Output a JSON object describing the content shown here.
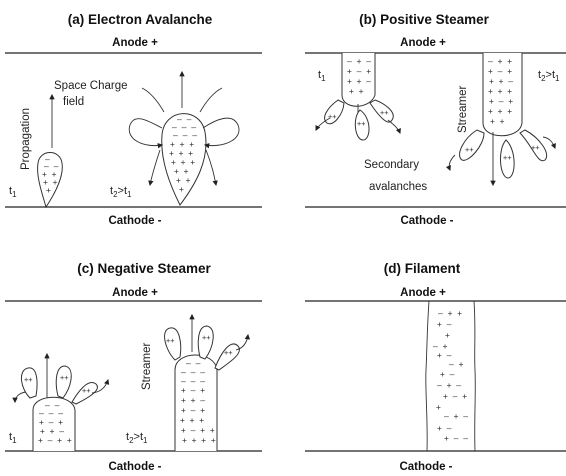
{
  "panels": {
    "a": {
      "title": "(a) Electron Avalanche",
      "anode": "Anode +",
      "cathode": "Cathode -",
      "label_space": "Space Charge",
      "label_field": "field",
      "label_propagation": "Propagation",
      "t1": "t",
      "t1_sub": "1",
      "t2": "t",
      "t2_sub": "2",
      "t2_rest": ">t",
      "t2_sub2": "1"
    },
    "b": {
      "title": "(b) Positive Steamer",
      "anode": "Anode +",
      "cathode": "Cathode -",
      "label_streamer": "Streamer",
      "label_secondary": "Secondary",
      "label_avalanches": "avalanches",
      "t1": "t",
      "t1_sub": "1",
      "t2": "t",
      "t2_sub": "2",
      "t2_rest": ">t",
      "t2_sub2": "1"
    },
    "c": {
      "title": "(c)  Negative Steamer",
      "anode": "Anode +",
      "cathode": "Cathode -",
      "label_streamer": "Streamer",
      "t1": "t",
      "t1_sub": "1",
      "t2": "t",
      "t2_sub": "2",
      "t2_rest": ">t",
      "t2_sub2": "1"
    },
    "d": {
      "title": "(d) Filament",
      "anode": "Anode +",
      "cathode": "Cathode -"
    }
  },
  "colors": {
    "stroke": "#222222",
    "background": "#ffffff"
  }
}
